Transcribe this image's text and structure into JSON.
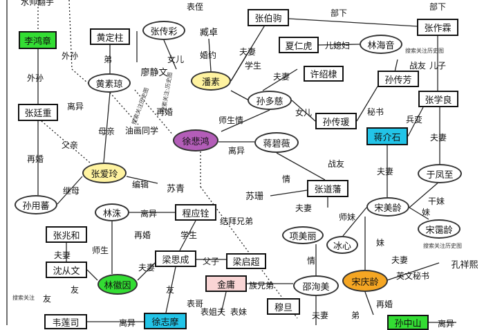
{
  "nodes": {
    "zhang_zuolin": "张作霖",
    "zhang_bojui": "张伯驹",
    "li_hongzhang": "李鸿章",
    "huang_dingzhu": "黄定柱",
    "zhang_chuancai": "张传彩",
    "cang_zhuo": "臧卓",
    "xia_renhu": "夏仁虎",
    "lin_haiyin": "林海音",
    "liao_jingwen": "廖静文",
    "huang_suqiong": "黄素琼",
    "pan_su": "潘素",
    "xu_shaodi": "许绍棣",
    "sun_chuanfang": "孙传芳",
    "sun_duoci": "孙多慈",
    "zhang_xueliang": "张学良",
    "zhang_tingzhong": "张廷重",
    "sun_chuanyuan": "孙传瑗",
    "xu_beihong": "徐悲鸿",
    "jiang_biwei": "蒋碧薇",
    "jiang_jieshi": "蒋介石",
    "zhang_ailing": "张爱玲",
    "yu_fengzhi": "于凤至",
    "su_qing": "苏青",
    "zhang_daofan": "张道藩",
    "su_shan": "苏珊",
    "sun_yongfan": "孙用蕃",
    "lin_zhu": "林洙",
    "cheng_yingquan": "程应铨",
    "song_meiling": "宋美龄",
    "zhang_zhaohe": "张兆和",
    "song_ailing": "宋霭龄",
    "xiang_meili": "项美丽",
    "bing_xin": "冰心",
    "liang_sicheng": "梁思成",
    "liang_qichao": "梁启超",
    "shen_congwen": "沈从文",
    "lin_huiyin": "林徽因",
    "jin_yong": "金庸",
    "shao_xunmei": "邵洵美",
    "song_qingling": "宋庆龄",
    "kong_xiangxi": "孔祥熙",
    "mu_dan": "穆旦",
    "wei_liansi": "韦莲司",
    "xu_zhimo": "徐志摩",
    "sun_zhongshan": "孙中山"
  },
  "labels": {
    "top_cut": "水帅翻手",
    "biao_ren": "表侄",
    "bu_xia_1": "部下",
    "bu_xia_2": "部下",
    "wai_sun_1": "外孙",
    "wai_sun_2": "外孙",
    "di": "弟",
    "nv_er": "女儿",
    "hun_yue": "婚约",
    "fu_qi_1": "夫妻",
    "xue_sheng_1": "学生",
    "er_xi_fu": "儿媳妇",
    "zhan_you": "战友",
    "er_zi": "儿子",
    "fu_qi_2": "夫妻",
    "li_yi_1": "离异",
    "zai_hun_1": "再婚",
    "nv_er_2": "女儿",
    "mi_shu_1": "秘书",
    "bing_bian": "兵变",
    "mu_qin": "母亲",
    "shi_sheng_qing": "师生情",
    "you_hua": "油画同学",
    "fu_qin": "父亲",
    "li_yi_2": "离异",
    "zai_hun_2": "再婚",
    "fu_qi_3": "夫妻",
    "zhan_you_2": "战友",
    "fu_qi_4": "夫妻",
    "qing": "情",
    "ji_mu": "继母",
    "bian_ji": "编辑",
    "gan_mei": "干妹",
    "fu_qi_5": "夫妻",
    "mei_1": "妹",
    "li_yi_3": "离异",
    "jie_bai": "结拜兄弟",
    "shi_mei": "师妹",
    "fu_qi_6": "夫妻",
    "zai_hun_3": "再婚",
    "xue_sheng_2": "学生",
    "shi_sheng": "师生",
    "mei_2": "妹",
    "fu_qi_7": "夫妻",
    "fu_zi": "父子",
    "qing_2": "情",
    "fu_qi_8": "夫妻",
    "you_1": "友",
    "you_2": "友",
    "zu_xiong_di": "族兄弟",
    "ying_wen_mi_shu": "英文秘书",
    "you_3": "友",
    "biao_ge": "表哥",
    "biao_jie_fu": "表姐夫",
    "biao_mei": "表妹",
    "fu_qi_9": "夫妻",
    "zai_hun_4": "再婚",
    "di_2": "弟",
    "li_yi_4": "离异",
    "li_yi_5": "离异",
    "wm1": "搜索关注历史图",
    "wm2": "搜索关注历史图",
    "wm3": "搜索关注:历史图",
    "wm4": "搜索关注",
    "wm5": "搜索关注历史图",
    "wm6": "搜索关注"
  },
  "colors": {
    "li_hongzhang": "#33dd33",
    "lin_huiyin": "#33dd33",
    "pan_su": "#fff3a0",
    "zhang_ailing": "#fff3a0",
    "xu_beihong": "#b35db8",
    "jiang_jieshi": "#22c4e8",
    "song_qingling": "#f5a623",
    "jin_yong": "#f9d5d5",
    "xu_zhimo": "#22c4e8",
    "sun_zhongshan": "#33dd33"
  }
}
